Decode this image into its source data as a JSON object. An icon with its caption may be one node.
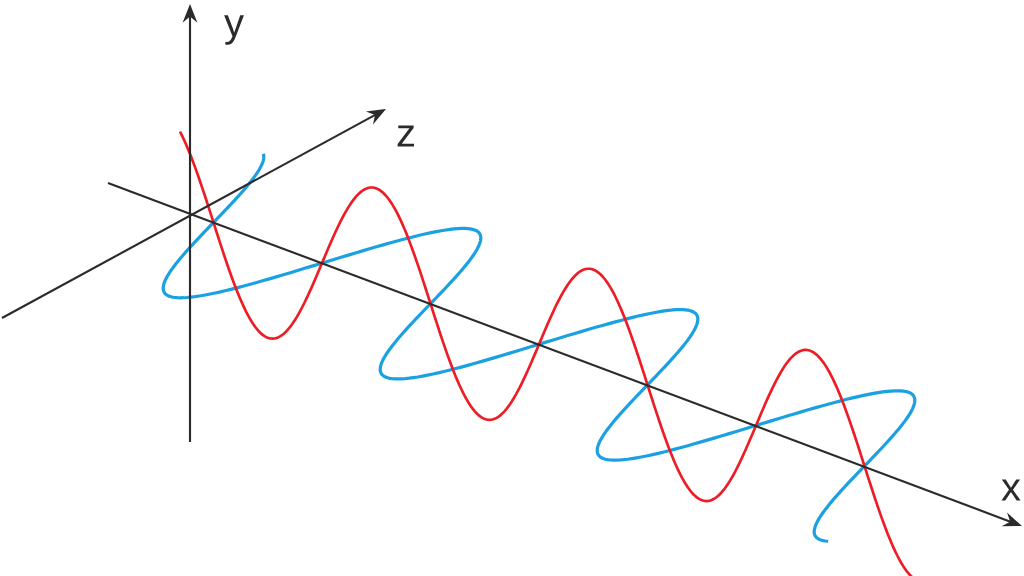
{
  "diagram": {
    "labels": [
      "y",
      "z",
      "x"
    ]
  }
}
